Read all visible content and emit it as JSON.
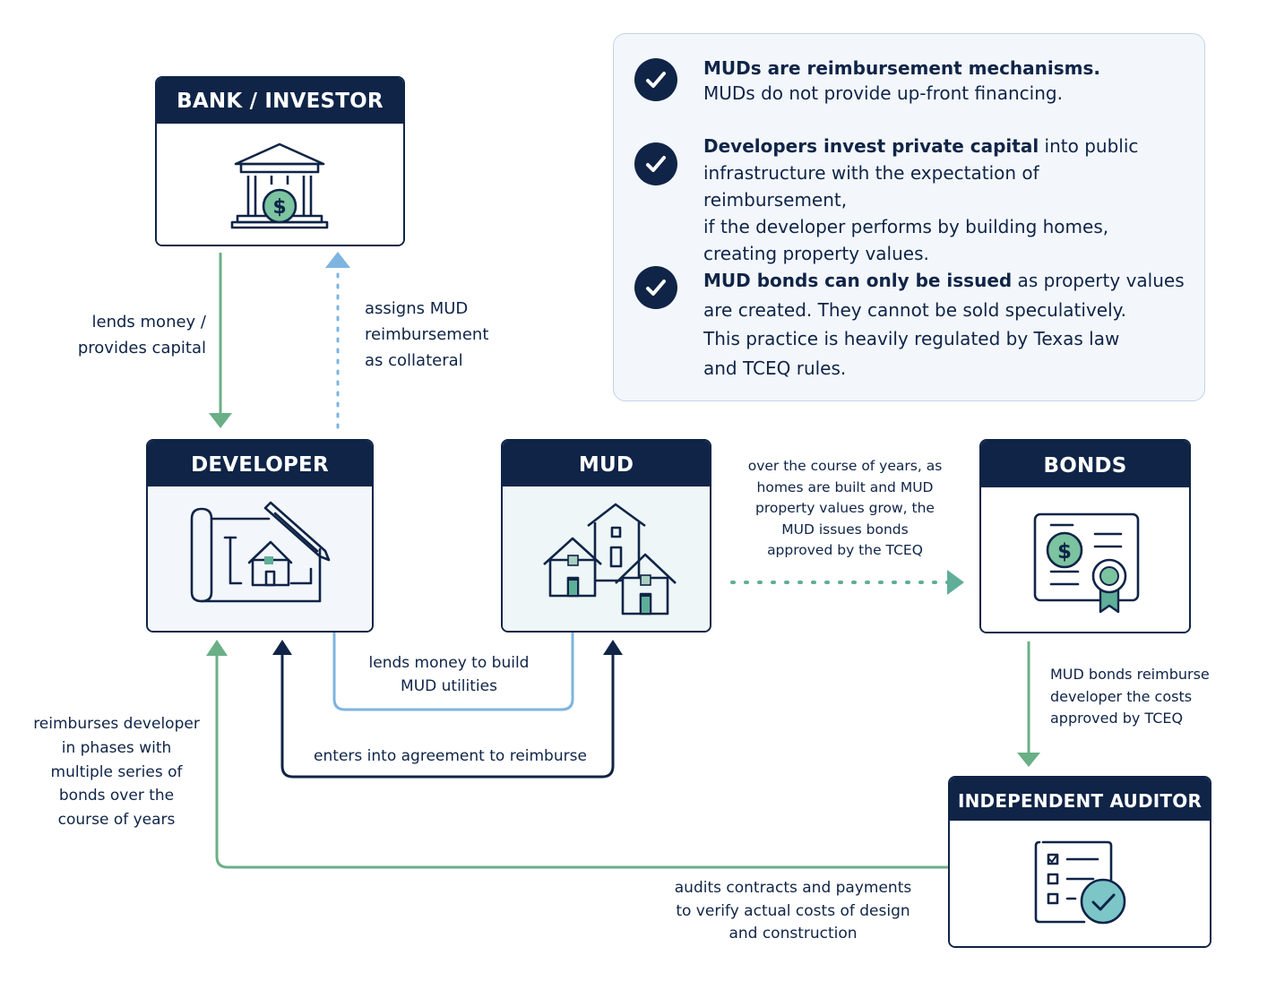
{
  "nodes": {
    "bank": "BANK / INVESTOR",
    "developer": "DEVELOPER",
    "mud": "MUD",
    "bonds": "BONDS",
    "auditor": "INDEPENDENT AUDITOR"
  },
  "edges": {
    "lends_money": [
      "lends money /",
      "provides capital"
    ],
    "assigns": [
      "assigns MUD",
      "reimbursement",
      "as collateral"
    ],
    "over_years": [
      "over the course of years, as",
      "homes are built and MUD",
      "property values grow, the",
      "MUD issues bonds",
      "approved by the TCEQ"
    ],
    "lends_build": [
      "lends money to build",
      "MUD utilities"
    ],
    "enters": "enters into agreement to reimburse",
    "reimburses": [
      "reimburses developer",
      "in phases with",
      "multiple series of",
      "bonds over the",
      "course of years"
    ],
    "bonds_reimburse": [
      "MUD bonds reimburse",
      "developer the costs",
      "approved by TCEQ"
    ],
    "audits": [
      "audits contracts and payments",
      "to verify actual costs of design",
      "and construction"
    ]
  },
  "info": {
    "p1": {
      "bold": "MUDs are reimbursement mechanisms.",
      "rest": [
        "MUDs do not provide up-front financing."
      ]
    },
    "p2": {
      "bold": "Developers invest private capital",
      "tail": " into public",
      "rest": [
        "infrastructure with the expectation of reimbursement,",
        "if the developer performs by building homes,",
        "creating property values."
      ]
    },
    "p3": {
      "bold": "MUD bonds can only be issued",
      "tail": " as property values",
      "rest": [
        "are created. They cannot be sold speculatively.",
        "This practice is heavily regulated by Texas law",
        "and TCEQ rules."
      ]
    }
  },
  "icons": {
    "bank": "bank-dollar-icon",
    "developer": "blueprint-pencil-icon",
    "mud": "houses-icon",
    "bonds": "bond-certificate-icon",
    "auditor": "checklist-checkmark-icon",
    "check": "check-icon"
  },
  "colors": {
    "navy": "#0f2447",
    "green": "#6aaf86",
    "teal": "#5fae98",
    "light_blue": "#7db4e0",
    "panel": "#f3f7fc"
  }
}
